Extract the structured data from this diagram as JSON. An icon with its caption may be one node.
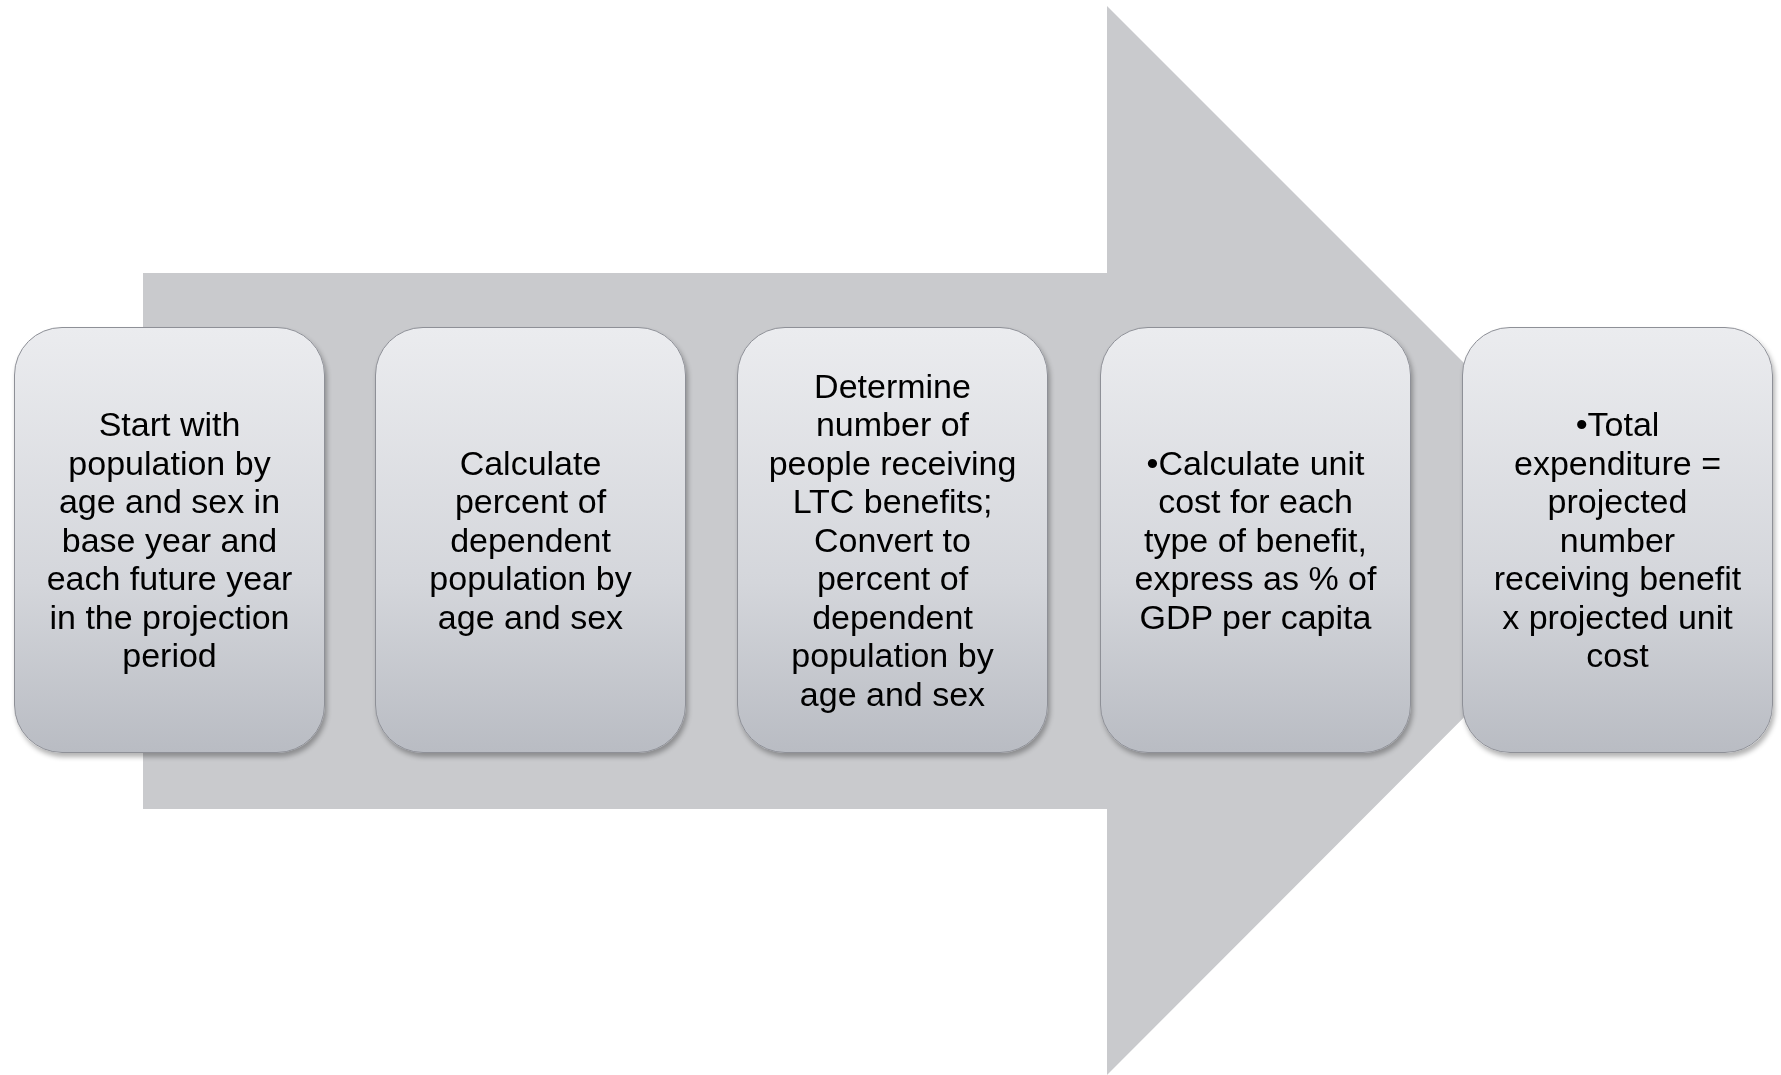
{
  "diagram": {
    "nodes": [
      {
        "text": [
          "Start with population by age and sex in base year and each future year in the projection period"
        ]
      },
      {
        "text": [
          "Calculate percent of dependent population by age and sex"
        ]
      },
      {
        "text": [
          "Determine number of people receiving LTC benefits; Convert to percent of dependent population by age and sex"
        ]
      },
      {
        "text": [
          "•Calculate unit cost for each type of benefit, express as % of GDP per capita"
        ]
      },
      {
        "text": [
          "•Total expenditure = projected number receiving benefit x projected unit cost"
        ]
      }
    ],
    "edges": [
      {
        "from": 0,
        "to": 4,
        "arrow": "to"
      }
    ]
  }
}
